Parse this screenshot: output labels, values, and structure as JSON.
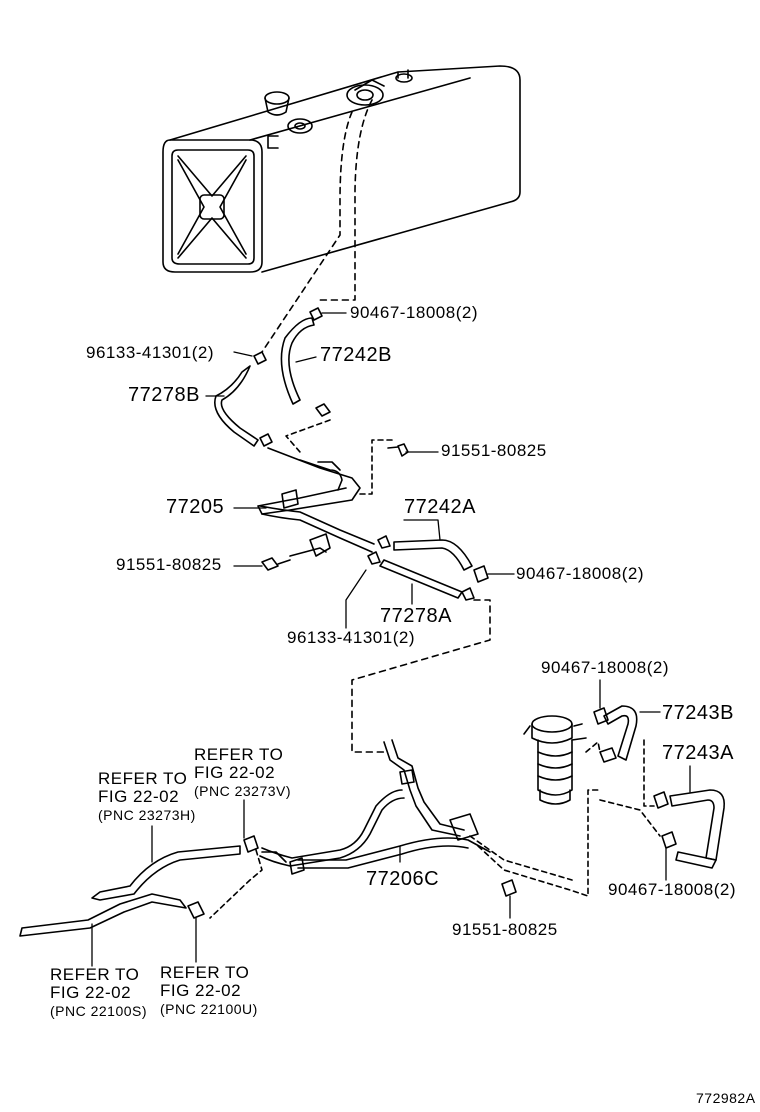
{
  "parts": {
    "p90467_top": "90467-18008(2)",
    "p77242B": "77242B",
    "p96133_top": "96133-41301(2)",
    "p77278B": "77278B",
    "p91551_top": "91551-80825",
    "p77205": "77205",
    "p77242A": "77242A",
    "p91551_mid": "91551-80825",
    "p90467_mid": "90467-18008(2)",
    "p77278A": "77278A",
    "p96133_bot": "96133-41301(2)",
    "p90467_canister": "90467-18008(2)",
    "p77243B": "77243B",
    "p77243A": "77243A",
    "p77206C": "77206C",
    "p90467_bot": "90467-18008(2)",
    "p91551_bot": "91551-80825"
  },
  "refs": {
    "ref_23273V": {
      "l1": "REFER TO",
      "l2": "FIG 22-02",
      "l3": "(PNC 23273V)"
    },
    "ref_23273H": {
      "l1": "REFER TO",
      "l2": "FIG 22-02",
      "l3": "(PNC 23273H)"
    },
    "ref_22100S": {
      "l1": "REFER TO",
      "l2": "FIG 22-02",
      "l3": "(PNC 22100S)"
    },
    "ref_22100U": {
      "l1": "REFER TO",
      "l2": "FIG 22-02",
      "l3": "(PNC 22100U)"
    }
  },
  "figure_id": "772982A"
}
